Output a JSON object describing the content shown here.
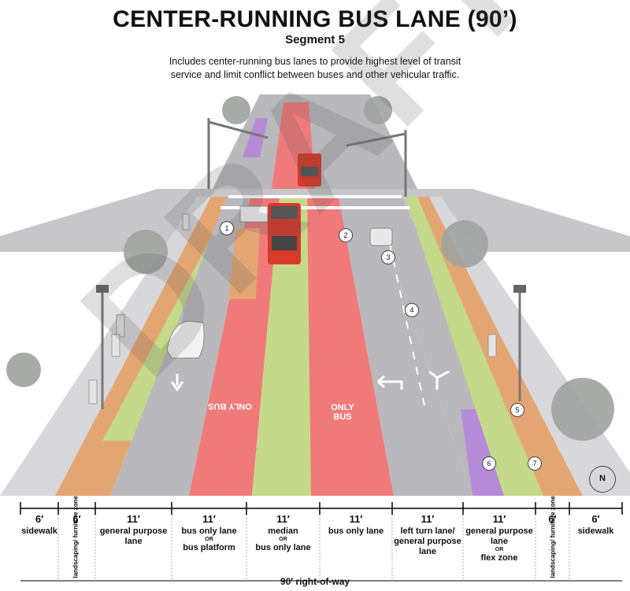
{
  "header": {
    "title": "CENTER-RUNNING BUS LANE (90’)",
    "subtitle": "Segment 5",
    "description_line1": "Includes center-running bus lanes to provide highest level of transit",
    "description_line2": "service and limit conflict between buses and other vehicular traffic."
  },
  "watermark": "DRAFT",
  "pavement_text": {
    "left": "ONLY BUS",
    "right_top": "ONLY",
    "right_bottom": "BUS"
  },
  "callouts": [
    "1",
    "2",
    "3",
    "4",
    "5",
    "6",
    "7"
  ],
  "north_label": "N",
  "columns": [
    {
      "width": "6′",
      "label": "sidewalk",
      "vertical": false
    },
    {
      "width": "6′",
      "label": "landscaping/ furniture zone",
      "vertical": true
    },
    {
      "width": "11′",
      "label": "general purpose lane",
      "vertical": false
    },
    {
      "width": "11′",
      "label_a": "bus only lane",
      "or": "OR",
      "label_b": "bus platform",
      "vertical": false
    },
    {
      "width": "11′",
      "label_a": "median",
      "or": "OR",
      "label_b": "bus only lane",
      "vertical": false
    },
    {
      "width": "11′",
      "label": "bus only lane",
      "vertical": false
    },
    {
      "width": "11′",
      "label": "left turn lane/ general purpose lane",
      "vertical": false
    },
    {
      "width": "11′",
      "label_a": "general purpose lane",
      "or": "OR",
      "label_b": "flex zone",
      "vertical": false
    },
    {
      "width": "6′",
      "label": "landscaping/ furniture zone",
      "vertical": true
    },
    {
      "width": "6′",
      "label": "sidewalk",
      "vertical": false
    }
  ],
  "total_label": "90′ right-of-way",
  "colors": {
    "bus_lane": "#f07a7a",
    "median": "#c5d98a",
    "landscape": "#e3a673",
    "flex_zone": "#b58bd8",
    "pavement": "#b9b9bd",
    "bus_body": "#d63a2a"
  }
}
